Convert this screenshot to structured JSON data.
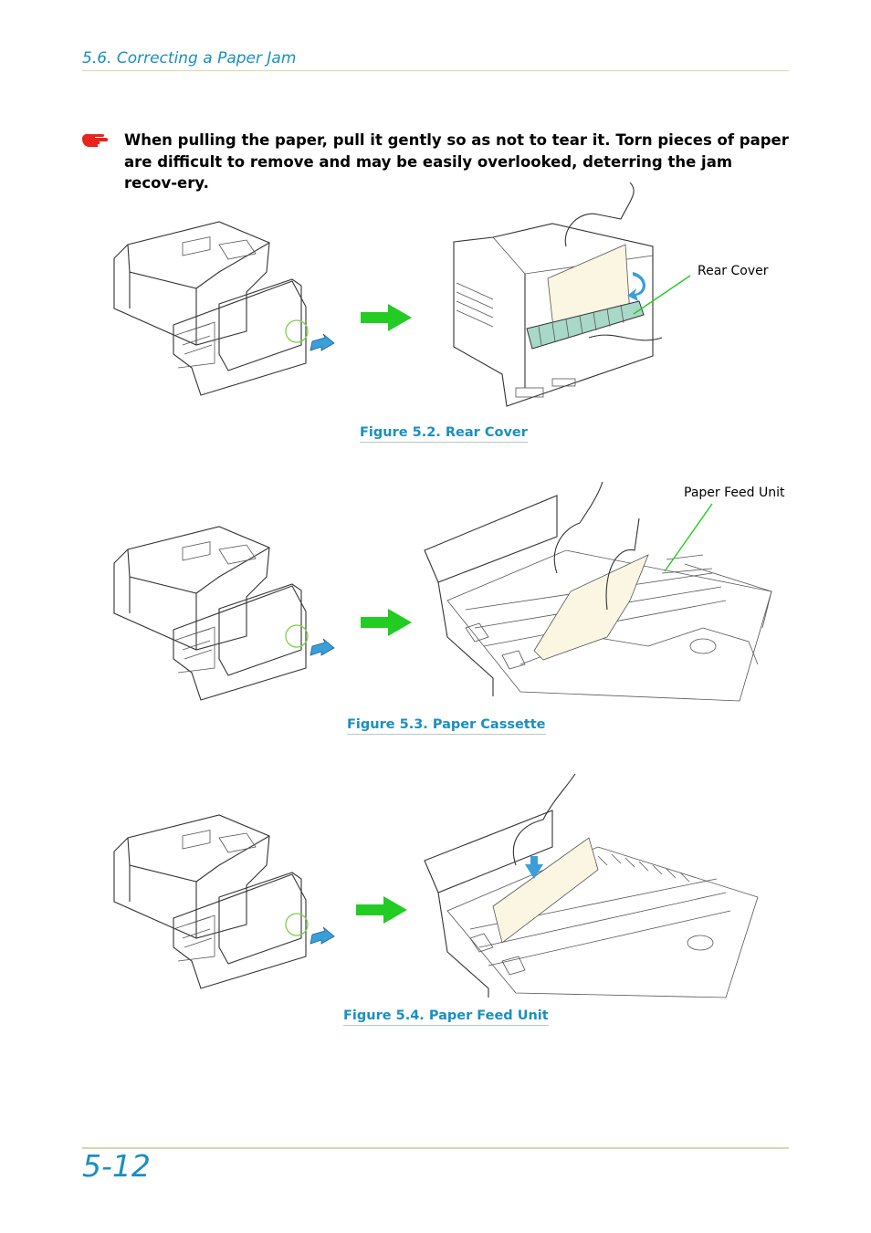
{
  "header": {
    "section": "5.6.  Correcting a Paper Jam"
  },
  "note": {
    "icon": "pointing-hand-icon",
    "text": "When pulling the paper, pull it gently so as not to tear it. Torn pieces of paper are difficult to remove and may be easily overlooked, deterring the jam recov-ery."
  },
  "figures": [
    {
      "caption": "Figure 5.2.  Rear Cover",
      "callout": "Rear Cover"
    },
    {
      "caption": "Figure 5.3.  Paper Cassette",
      "callout": "Paper Feed Unit"
    },
    {
      "caption": "Figure 5.4.  Paper Feed Unit",
      "callout": ""
    }
  ],
  "footer": {
    "page_number": "5-12"
  },
  "colors": {
    "accent": "#1a8fc0",
    "arrow": "#22cc22",
    "rule": "#d8d6a8",
    "paper": "#fbf6e2",
    "cover": "#a8d8c8"
  }
}
